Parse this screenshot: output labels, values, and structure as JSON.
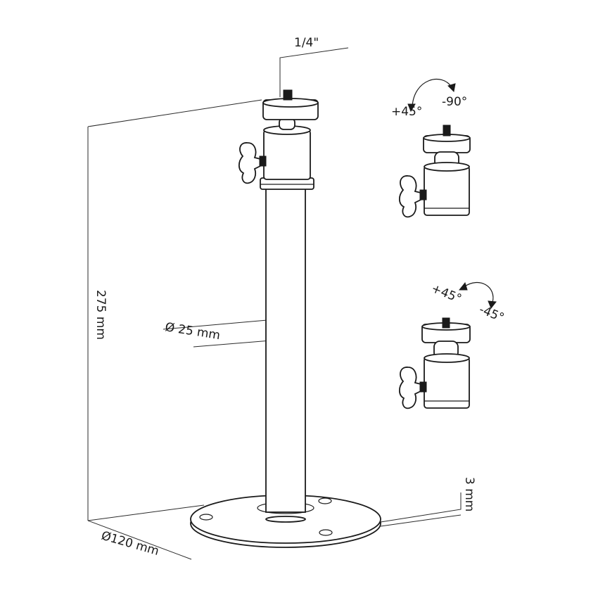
{
  "labels": {
    "thread": "1/4\"",
    "height": "275 mm",
    "pole_diameter": "Ø 25 mm",
    "base_diameter": "Ø120 mm",
    "base_thickness": "3 mm"
  },
  "head_top": {
    "angle_left": "+45°",
    "angle_right": "-90°"
  },
  "head_bottom": {
    "angle_left": "+45°",
    "angle_right": "-45°"
  }
}
